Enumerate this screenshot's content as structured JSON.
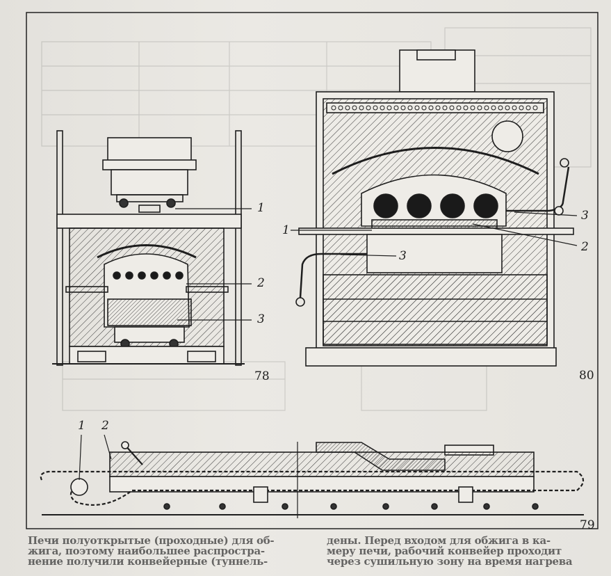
{
  "figures": {
    "fig78": {
      "number": "78",
      "callouts": [
        "1",
        "2",
        "3"
      ]
    },
    "fig79": {
      "number": "79",
      "callouts": [
        "1",
        "2"
      ]
    },
    "fig80": {
      "number": "80",
      "callouts": [
        "1",
        "2",
        "3",
        "3"
      ]
    }
  },
  "bottom_text": {
    "left_lines": [
      "Печи полуоткрытые (проходные) для об-",
      "жига, поэтому наибольшее распростра-",
      "нение получили конвейерные (туннель-"
    ],
    "right_lines": [
      "дены. Перед входом для обжига в ка-",
      "меру печи, рабочий конвейер проходит",
      "через сушильную зону на время нагрева"
    ]
  }
}
